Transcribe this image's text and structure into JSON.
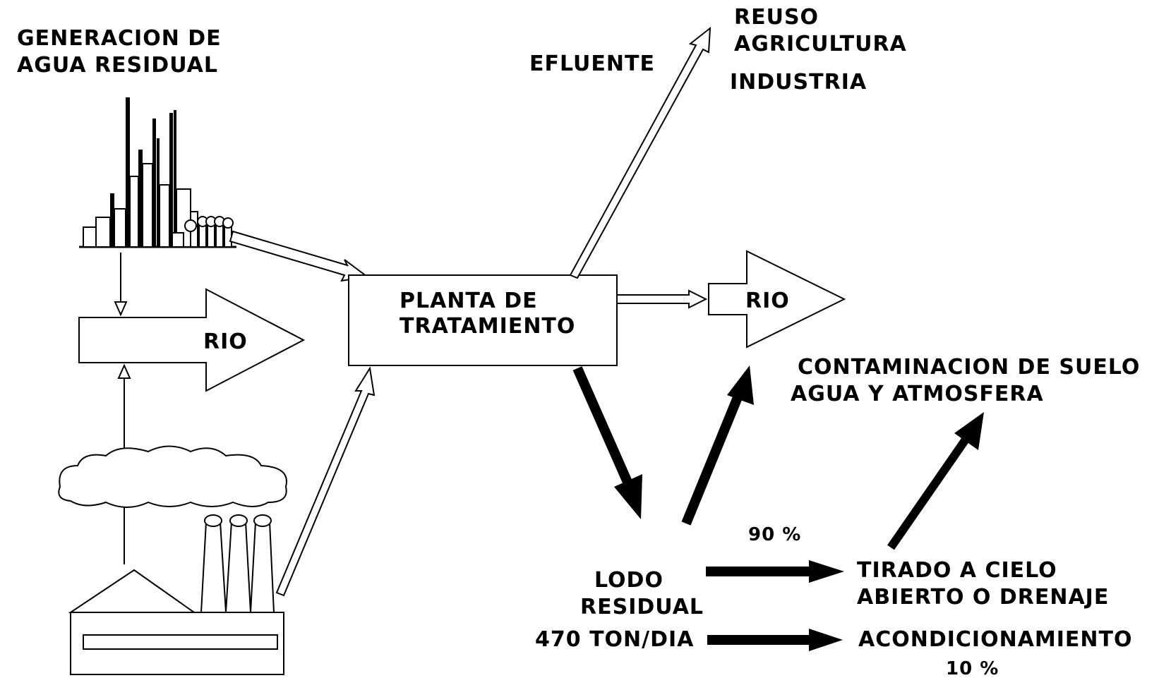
{
  "sources": {
    "generation_line1": "GENERACION DE",
    "generation_line2": "AGUA RESIDUAL"
  },
  "river_left": {
    "label": "RIO"
  },
  "plant": {
    "line1": "PLANTA DE",
    "line2": "TRATAMIENTO"
  },
  "effluent": {
    "label": "EFLUENTE"
  },
  "reuse": {
    "line1": "REUSO",
    "line2": "AGRICULTURA",
    "line3": "INDUSTRIA"
  },
  "river_right": {
    "label": "RIO"
  },
  "contamination": {
    "line1": "CONTAMINACION DE SUELO",
    "line2": "AGUA Y ATMOSFERA"
  },
  "sludge": {
    "line1": "LODO",
    "line2": "RESIDUAL",
    "line3": "470 TON/DIA"
  },
  "dumped": {
    "percent": "90 %",
    "line1": "TIRADO A CIELO",
    "line2": "ABIERTO O DRENAJE"
  },
  "conditioning": {
    "label": "ACONDICIONAMIENTO",
    "percent": "10 %"
  }
}
